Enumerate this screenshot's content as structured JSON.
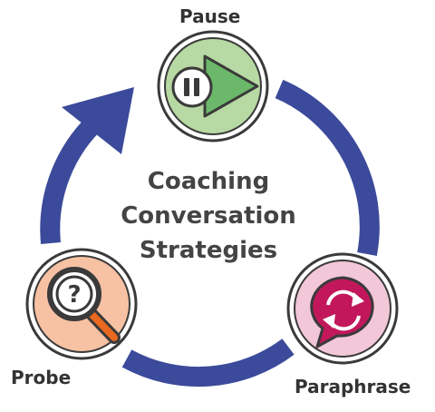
{
  "title": {
    "line1": "Coaching",
    "line2": "Conversation",
    "line3": "Strategies"
  },
  "steps": {
    "pause": {
      "label": "Pause",
      "icon": "pause-play-icon",
      "color": "#b7d9a3"
    },
    "paraphrase": {
      "label": "Paraphrase",
      "icon": "speech-bubble-refresh-icon",
      "color": "#f2c7d8"
    },
    "probe": {
      "label": "Probe",
      "icon": "magnifier-question-icon",
      "color": "#f7c1a3"
    }
  },
  "colors": {
    "arrow": "#3b4a9a",
    "outline": "#3a3a3a"
  }
}
